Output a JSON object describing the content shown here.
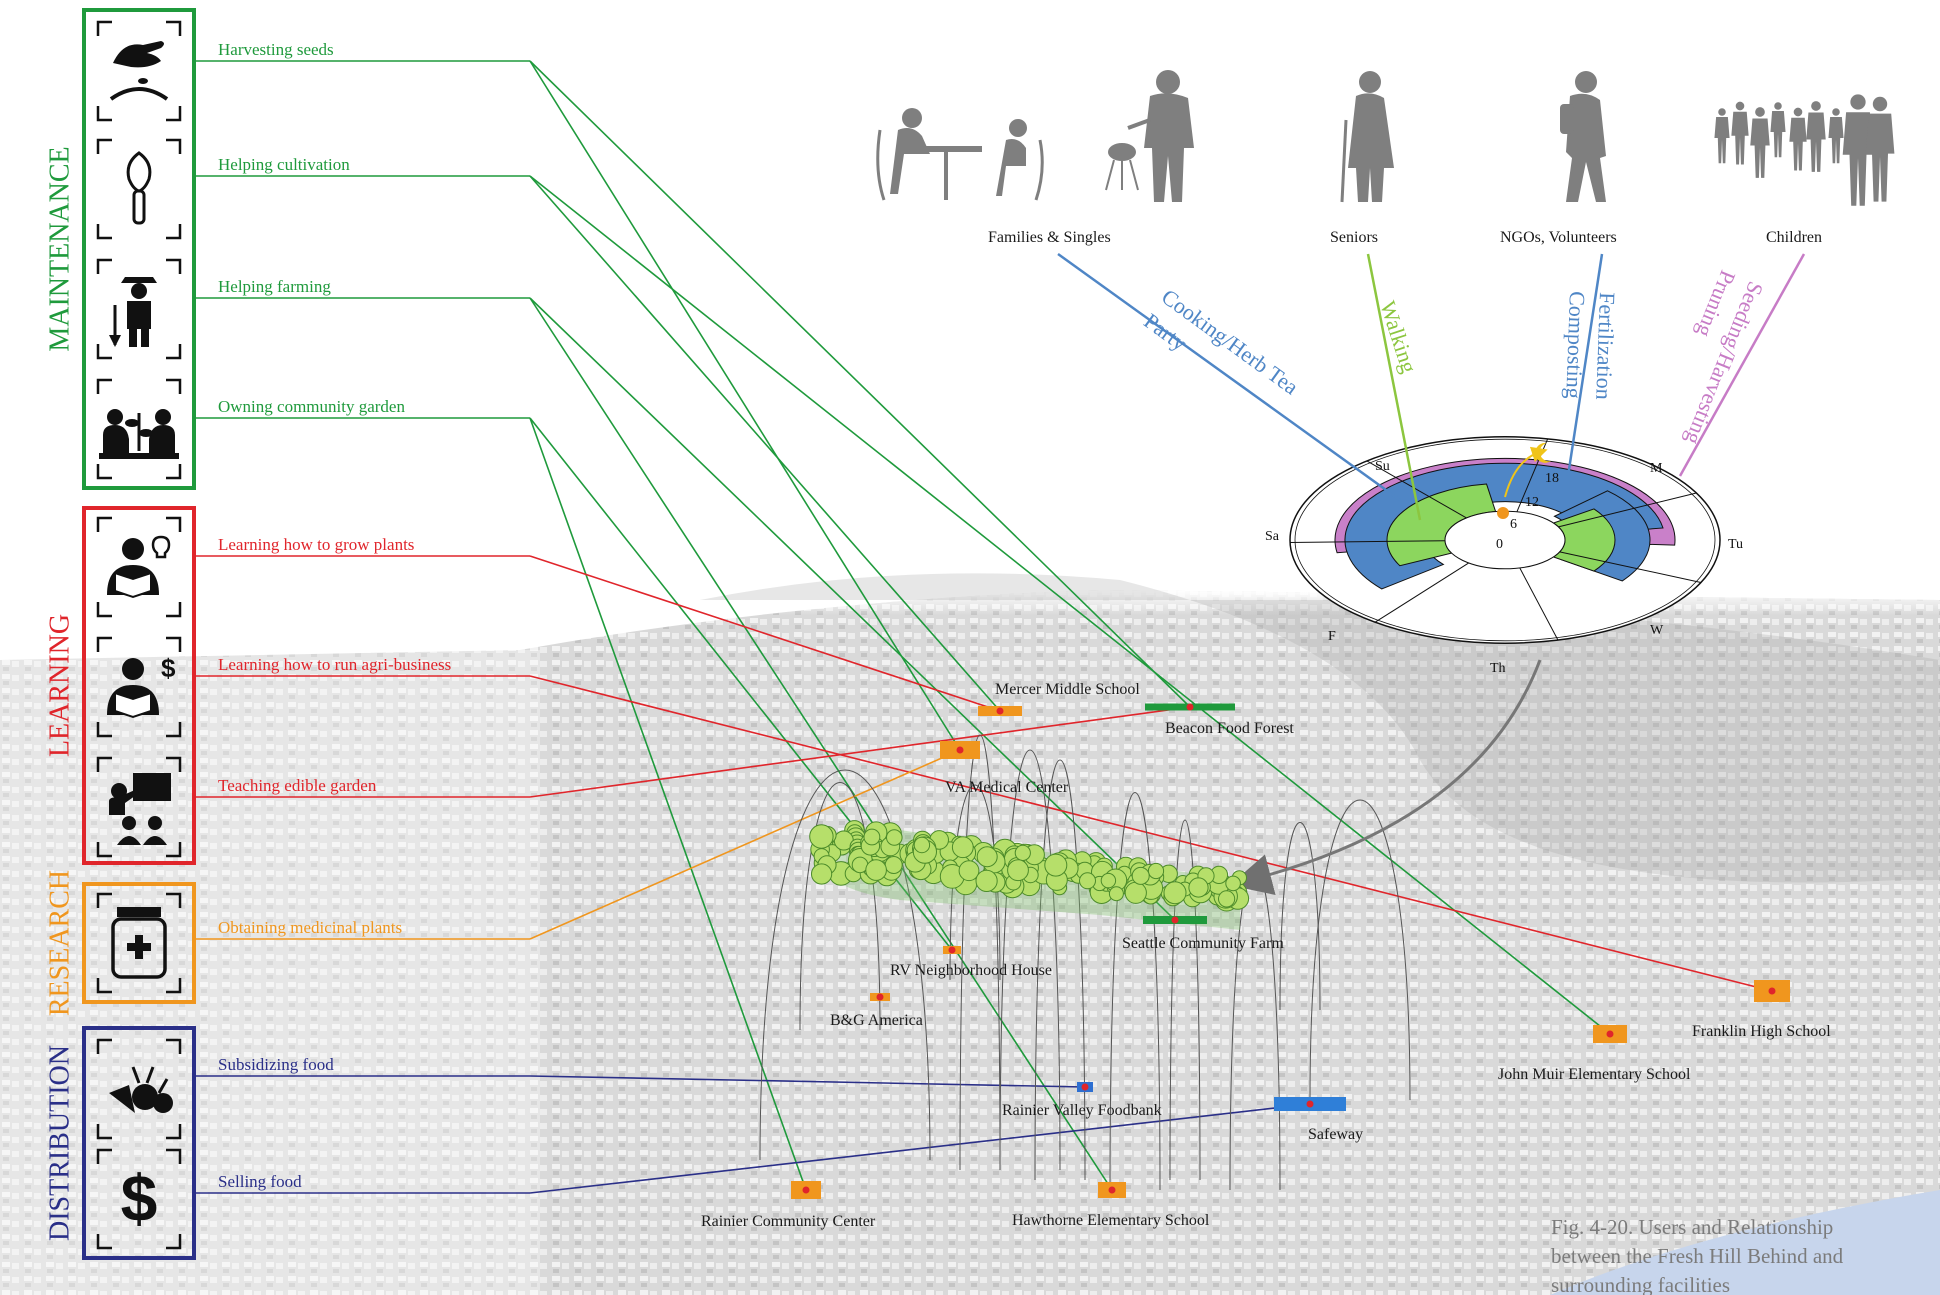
{
  "categories": [
    {
      "label": "MAINTENANCE",
      "color": "#1f9a3c",
      "activities": [
        "Harvesting seeds",
        "Helping cultivation",
        "Helping farming",
        "Owning community garden"
      ],
      "icons": [
        "hand-seed-icon",
        "trowel-icon",
        "farmer-icon",
        "community-garden-icon"
      ]
    },
    {
      "label": "LEARNING",
      "color": "#e0252b",
      "activities": [
        "Learning how to grow plants",
        "Learning how to run agri-business",
        "Teaching edible garden"
      ],
      "icons": [
        "reader-idea-icon",
        "reader-dollar-icon",
        "teacher-board-icon"
      ]
    },
    {
      "label": "RESEARCH",
      "color": "#f0961e",
      "activities": [
        "Obtaining medicinal plants"
      ],
      "icons": [
        "medicine-jar-icon"
      ]
    },
    {
      "label": "DISTRIBUTION",
      "color": "#2a2f88",
      "activities": [
        "Subsidizing food",
        "Selling food"
      ],
      "icons": [
        "vegetables-icon",
        "dollar-icon"
      ]
    }
  ],
  "users": [
    "Families & Singles",
    "Seniors",
    "NGOs, Volunteers",
    "Children"
  ],
  "user_icons": [
    "family-cafe-icon",
    "griller-icon",
    "senior-cane-icon",
    "volunteer-walker-icon",
    "children-group-icon"
  ],
  "user_activities": [
    {
      "lines": [
        "Cooking/Herb Tea",
        "Party"
      ],
      "color": "#4f86c6"
    },
    {
      "lines": [
        "Walking"
      ],
      "color": "#8cc63f"
    },
    {
      "lines": [
        "Fertilization",
        "Composting"
      ],
      "color": "#4f86c6"
    },
    {
      "lines": [
        "Seeding/Harvesting",
        "Pruning"
      ],
      "color": "#c77cc6"
    }
  ],
  "wheel": {
    "days": [
      "Su",
      "M",
      "Tu",
      "W",
      "Th",
      "F",
      "Sa"
    ],
    "hours": [
      "0",
      "6",
      "12",
      "18"
    ],
    "colors": {
      "blue": "#4f86c6",
      "green": "#8cd65e",
      "purple": "#c980c9"
    }
  },
  "places": [
    "Mercer Middle School",
    "Beacon Food Forest",
    "VA Medical Center",
    "Seattle Community Farm",
    "RV Neighborhood House",
    "B&G America",
    "Rainier Valley Foodbank",
    "Safeway",
    "Franklin High School",
    "John Muir Elementary School",
    "Rainier Community Center",
    "Hawthorne Elementary School"
  ],
  "caption": [
    "Fig. 4-20. Users and Relationship",
    "between the Fresh Hill Behind and",
    "surrounding facilities"
  ]
}
